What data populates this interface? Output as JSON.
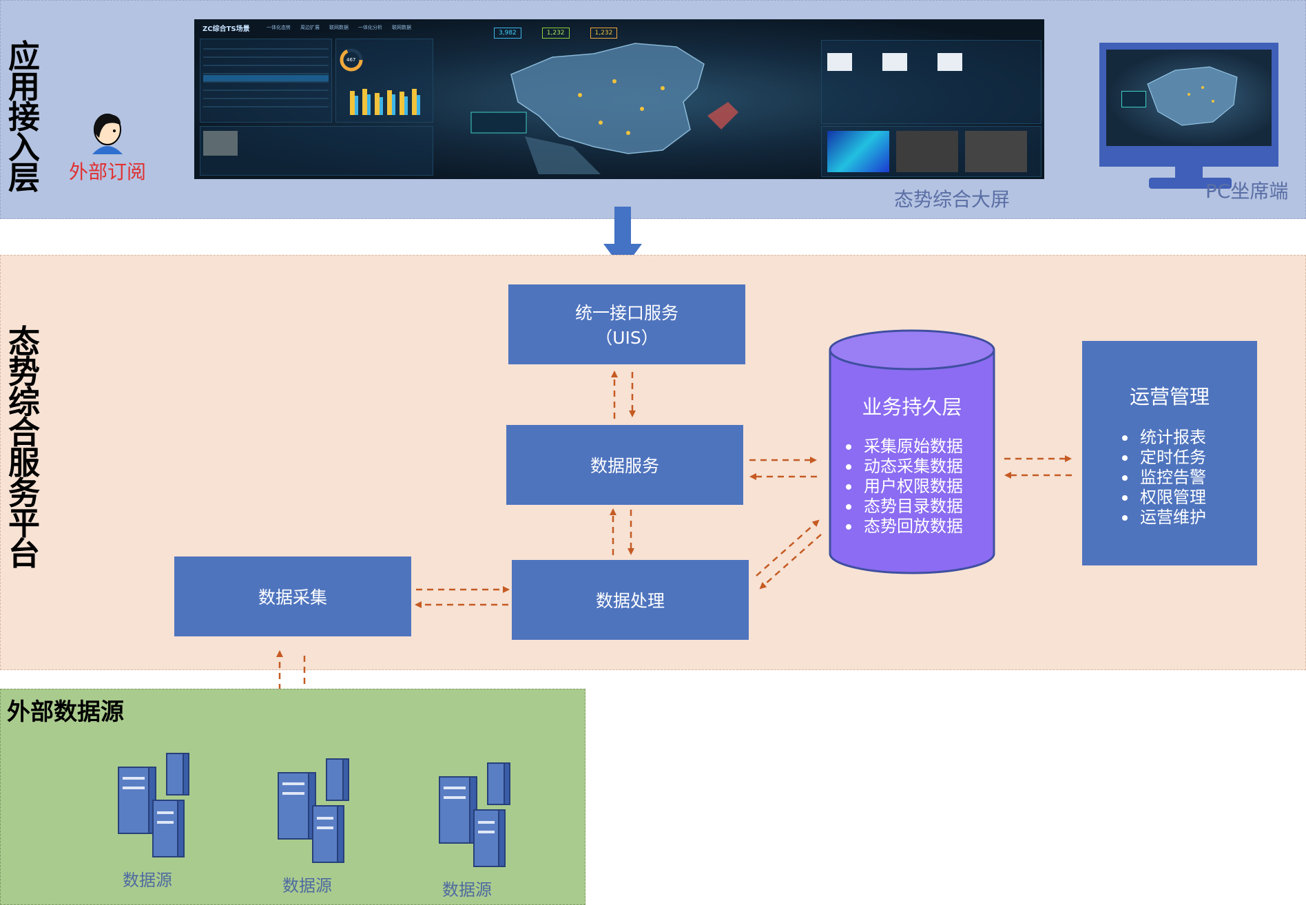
{
  "layers": {
    "application": "应用接入层",
    "platform": "态势综合服务平台",
    "source": "外部数据源"
  },
  "app_layer": {
    "subscriber_label": "外部订阅",
    "big_screen_caption": "态势综合大屏",
    "pc_caption": "PC坐席端",
    "dashboard": {
      "title": "ZC综合TS场景",
      "nav": [
        "一体化态势",
        "周边扩展",
        "联网数据",
        "一体化分析",
        "联网数据"
      ],
      "stats": [
        "3,982",
        "1,232",
        "1,232"
      ],
      "ring_value": "467"
    }
  },
  "platform": {
    "uis": {
      "line1": "统一接口服务",
      "line2": "（UIS）"
    },
    "data_service": "数据服务",
    "data_processing": "数据处理",
    "data_collection": "数据采集",
    "persistence": {
      "title": "业务持久层",
      "items": [
        "采集原始数据",
        "动态采集数据",
        "用户权限数据",
        "态势目录数据",
        "态势回放数据"
      ]
    },
    "operations": {
      "title": "运营管理",
      "items": [
        "统计报表",
        "定时任务",
        "监控告警",
        "权限管理",
        "运营维护"
      ]
    }
  },
  "sources": {
    "labels": [
      "数据源",
      "数据源",
      "数据源"
    ]
  },
  "colors": {
    "app_band": "#b4c3e1",
    "platform_band": "#f7e2d4",
    "source_band": "#aacb8e",
    "box": "#4f74be",
    "cylinder": "#8b6cf2",
    "arrow": "#c55a22",
    "down_arrow": "#4472c4",
    "subscriber_text": "#e03030"
  }
}
